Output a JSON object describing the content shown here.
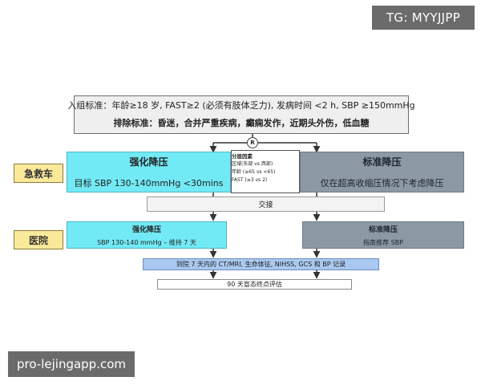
{
  "watermarks": {
    "top": "TG: MYYJJPP",
    "bottom": "pro-lejingapp.com"
  },
  "criteria": {
    "inclusion": "入组标准：年龄≥18 岁, FAST≥2 (必须有肢体乏力), 发病时间 <2 h, SBP ≥150mmHg",
    "exclusion": "排除标准：昏迷，合并严重疾病，癫痫发作，近期头外伤，低血糖"
  },
  "randomize_symbol": "R",
  "phases": {
    "ambulance": "急救车",
    "hospital": "医院"
  },
  "ambulance": {
    "intensive": {
      "title": "强化降压",
      "detail": "目标 SBP 130-140mmHg <30mins"
    },
    "standard": {
      "title": "标准降压",
      "detail": "仅在超高收缩压情况下考虑降压"
    }
  },
  "stratification": {
    "title": "分层因素",
    "items": [
      "区域(东部 vs 西部)",
      "年龄 (≥65 vs <65)",
      "FAST (≥3 vs 2)"
    ]
  },
  "handover": "交接",
  "hospital": {
    "intensive": {
      "title": "强化降压",
      "detail": "SBP 130-140 mmHg – 维持 7 天"
    },
    "standard": {
      "title": "标准降压",
      "detail": "指南推荐 SBP"
    }
  },
  "record_bar": "到院 7 天内的 CT/MRI, 生命体征, NIHSS, GCS 和 BP 记录",
  "endpoint_bar": "90 天盲态终点评估"
}
